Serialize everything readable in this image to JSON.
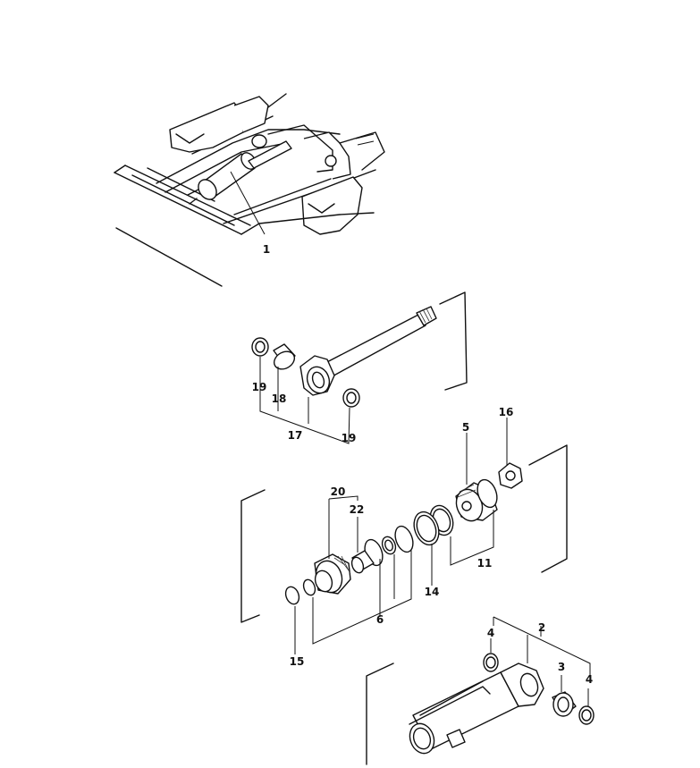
{
  "callouts": [
    {
      "id": "c1",
      "text": "1"
    },
    {
      "id": "c19a",
      "text": "19"
    },
    {
      "id": "c18",
      "text": "18"
    },
    {
      "id": "c17",
      "text": "17"
    },
    {
      "id": "c19b",
      "text": "19"
    },
    {
      "id": "c5",
      "text": "5"
    },
    {
      "id": "c16",
      "text": "16"
    },
    {
      "id": "c20",
      "text": "20"
    },
    {
      "id": "c22",
      "text": "22"
    },
    {
      "id": "c14",
      "text": "14"
    },
    {
      "id": "c11",
      "text": "11"
    },
    {
      "id": "c6",
      "text": "6"
    },
    {
      "id": "c15",
      "text": "15"
    },
    {
      "id": "c2",
      "text": "2"
    },
    {
      "id": "c4a",
      "text": "4"
    },
    {
      "id": "c3",
      "text": "3"
    },
    {
      "id": "c4b",
      "text": "4"
    }
  ]
}
